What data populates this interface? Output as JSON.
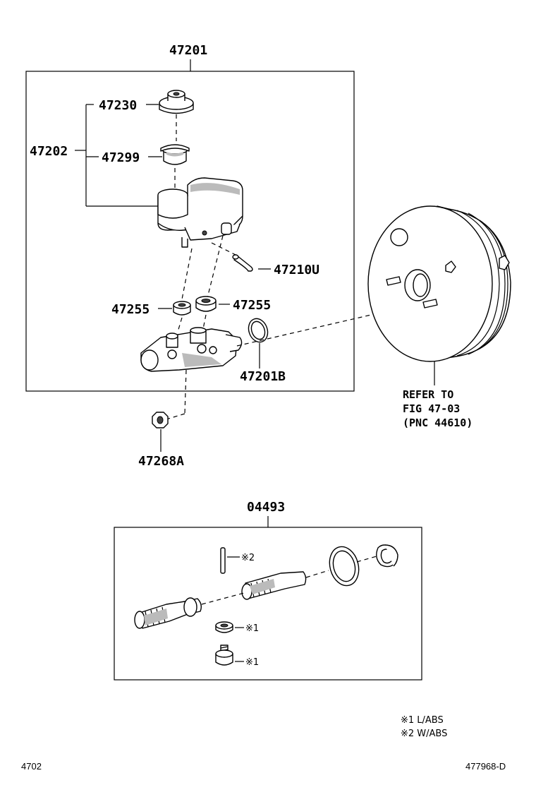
{
  "callouts": {
    "assembly": "47201",
    "reservoir_set": "47202",
    "cap": "47230",
    "strainer": "47299",
    "pin": "47210U",
    "grommet_left": "47255",
    "grommet_right": "47255",
    "o_ring": "47201B",
    "nut": "47268A",
    "kit": "04493"
  },
  "refer": {
    "line1": "REFER TO",
    "line2": "FIG 47-03",
    "line3": "(PNC 44610)"
  },
  "kit_marks": {
    "pin_mark": "※2",
    "washer_mark": "※1",
    "bolt_mark": "※1"
  },
  "legend": {
    "note1": "※1 L/ABS",
    "note2": "※2 W/ABS"
  },
  "footer": {
    "page_code": "4702",
    "figure_id": "477968-D"
  }
}
